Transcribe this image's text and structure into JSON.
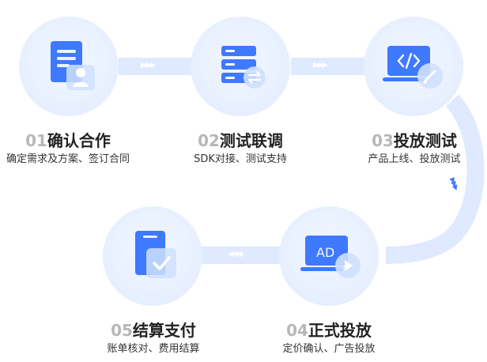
{
  "steps": [
    {
      "num": "01",
      "title": "确认合作",
      "desc": "确定需求及方案、签订合同",
      "icon": "document-user-icon"
    },
    {
      "num": "02",
      "title": "测试联调",
      "desc": "SDK对接、测试支持",
      "icon": "server-sync-icon"
    },
    {
      "num": "03",
      "title": "投放测试",
      "desc": "产品上线、投放测试",
      "icon": "code-laptop-icon"
    },
    {
      "num": "04",
      "title": "正式投放",
      "desc": "定价确认、广告投放",
      "icon": "ad-play-laptop-icon"
    },
    {
      "num": "05",
      "title": "结算支付",
      "desc": "账单核对、费用结算",
      "icon": "tablet-check-icon"
    }
  ],
  "icon_ad_text": "AD",
  "colors": {
    "accent": "#3f79ff",
    "connector": "#dfe9ff",
    "circle": "#e8f0ff",
    "number": "#b7b7b7"
  }
}
